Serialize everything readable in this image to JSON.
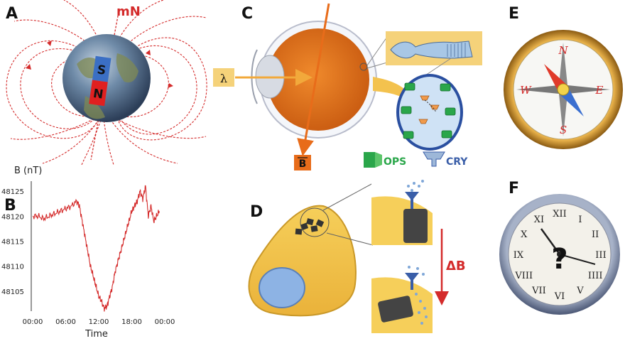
{
  "panels": {
    "a": "A",
    "b": "B",
    "c": "C",
    "d": "D",
    "e": "E",
    "f": "F"
  },
  "panel_a": {
    "pole_label": "mN",
    "magnet_top": "S",
    "magnet_bottom": "N"
  },
  "panel_c": {
    "wavelength_symbol": "λ",
    "field_symbol": "B",
    "legend_ops": "OPS",
    "legend_cry": "CRY"
  },
  "panel_d": {
    "delta_label": "ΔB"
  },
  "compass": {
    "north": "N",
    "east": "E",
    "south": "S",
    "west": "W"
  },
  "clock": {
    "numerals": [
      "XII",
      "I",
      "II",
      "III",
      "IIII",
      "V",
      "VI",
      "VII",
      "VIII",
      "IX",
      "X",
      "XI"
    ],
    "mark": "?"
  },
  "colors": {
    "field_red": "#d42b2b",
    "orange": "#e86c1a",
    "yellow_band": "#f5d27a",
    "ops_green": "#2aa64a",
    "cry_blue": "#3a5ea8"
  },
  "chart_data": {
    "type": "line",
    "title": "",
    "ylabel": "B (nT)",
    "xlabel": "Time",
    "categories": [
      "00:00",
      "06:00",
      "12:00",
      "18:00",
      "00:00"
    ],
    "yticks": [
      48105,
      48110,
      48115,
      48120,
      48125
    ],
    "x_hours": [
      0,
      1,
      2,
      3,
      4,
      5,
      6,
      7,
      8,
      8.5,
      9,
      9.5,
      10,
      10.5,
      11,
      11.5,
      12,
      12.5,
      13,
      13.5,
      14,
      14.5,
      15,
      15.5,
      16,
      16.5,
      17,
      17.5,
      18,
      18.5,
      19,
      19.5,
      20,
      20.5,
      21,
      21.5,
      22,
      22.5,
      23
    ],
    "values": [
      48120,
      48120,
      48119.5,
      48120,
      48120.5,
      48121,
      48121.5,
      48122,
      48123,
      48122,
      48119,
      48116,
      48113,
      48110,
      48108,
      48106,
      48104,
      48103,
      48101.5,
      48102,
      48104,
      48106,
      48109,
      48111,
      48113,
      48115,
      48117,
      48119,
      48121,
      48122,
      48123,
      48125,
      48123.5,
      48126,
      48120,
      48122,
      48119,
      48120,
      48121
    ],
    "xlim": [
      0,
      24
    ],
    "ylim": [
      48101,
      48127
    ]
  }
}
